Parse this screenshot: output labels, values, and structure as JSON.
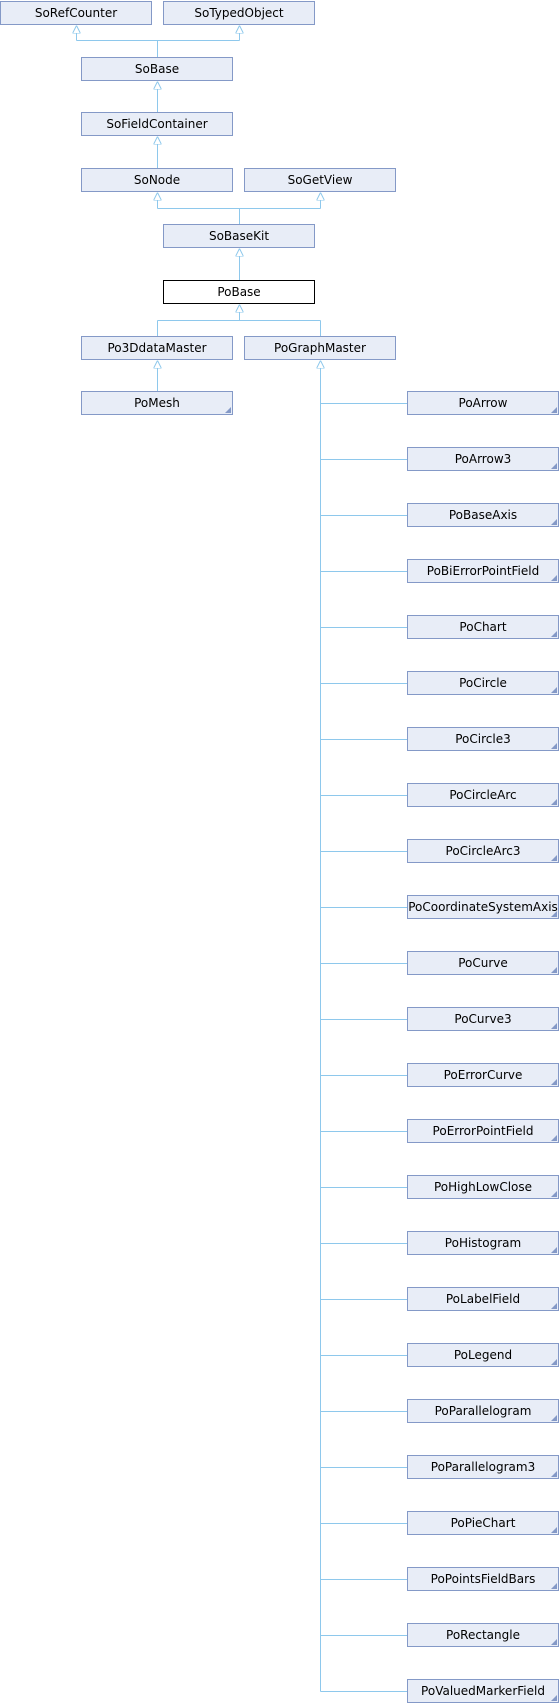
{
  "diagram": {
    "nodes": {
      "so_ref_counter": "SoRefCounter",
      "so_typed_object": "SoTypedObject",
      "so_base": "SoBase",
      "so_field_container": "SoFieldContainer",
      "so_node": "SoNode",
      "so_get_view": "SoGetView",
      "so_base_kit": "SoBaseKit",
      "po_base": "PoBase",
      "po_3d_data_master": "Po3DdataMaster",
      "po_graph_master": "PoGraphMaster",
      "po_mesh": "PoMesh"
    },
    "graph_master_children": [
      "PoArrow",
      "PoArrow3",
      "PoBaseAxis",
      "PoBiErrorPointField",
      "PoChart",
      "PoCircle",
      "PoCircle3",
      "PoCircleArc",
      "PoCircleArc3",
      "PoCoordinateSystemAxis",
      "PoCurve",
      "PoCurve3",
      "PoErrorCurve",
      "PoErrorPointField",
      "PoHighLowClose",
      "PoHistogram",
      "PoLabelField",
      "PoLegend",
      "PoParallelogram",
      "PoParallelogram3",
      "PoPieChart",
      "PoPointsFieldBars",
      "PoRectangle",
      "PoValuedMarkerField"
    ],
    "colors": {
      "node_fill": "#e8edf7",
      "node_border": "#8499c7",
      "edge": "#8ec8ec",
      "current_border": "#000000"
    }
  }
}
